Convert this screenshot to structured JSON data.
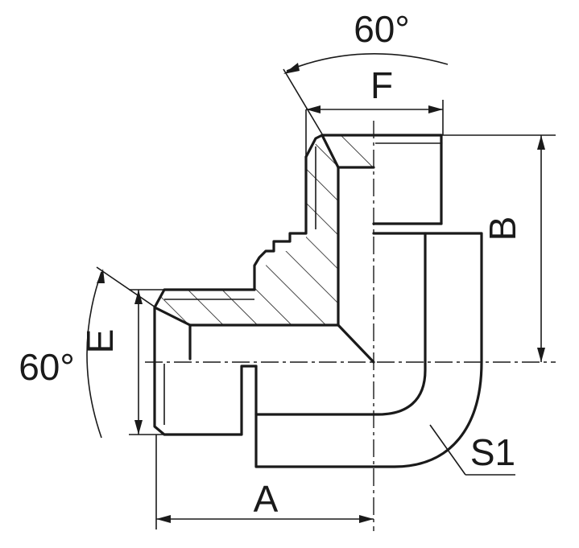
{
  "labels": {
    "angle_top": "60°",
    "angle_left": "60°",
    "dim_f": "F",
    "dim_b": "B",
    "dim_e": "E",
    "dim_a": "A",
    "dim_s1": "S1"
  }
}
